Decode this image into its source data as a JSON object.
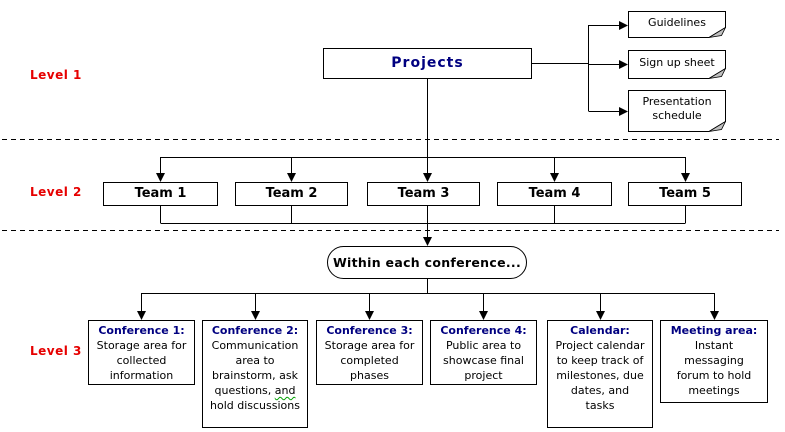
{
  "colors": {
    "header_navy": "#000080",
    "level_label_red": "#e60000",
    "line_black": "#000000",
    "fold_gray": "#c0c0c0",
    "squiggle_green": "#00a000",
    "background": "#ffffff"
  },
  "levels": [
    {
      "label": "Level 1"
    },
    {
      "label": "Level 2"
    },
    {
      "label": "Level 3"
    }
  ],
  "root": {
    "label": "Projects"
  },
  "documents": [
    {
      "label": "Guidelines"
    },
    {
      "label": "Sign up sheet"
    },
    {
      "label": "Presentation schedule"
    }
  ],
  "teams": [
    {
      "label": "Team 1"
    },
    {
      "label": "Team 2"
    },
    {
      "label": "Team 3"
    },
    {
      "label": "Team 4"
    },
    {
      "label": "Team 5"
    }
  ],
  "oval": {
    "label": "Within each conference..."
  },
  "conferences": [
    {
      "title": "Conference 1:",
      "body": "Storage area for collected information"
    },
    {
      "title": "Conference 2:",
      "body_pre": "Communication area to brainstorm, ask questions, ",
      "body_squiggled": "and",
      "body_post": " hold discussions"
    },
    {
      "title": "Conference 3:",
      "body": "Storage area for completed phases"
    },
    {
      "title": "Conference 4:",
      "body": "Public area to showcase final project"
    },
    {
      "title": "Calendar:",
      "body": "Project calendar to keep track of milestones, due dates, and tasks"
    },
    {
      "title": "Meeting area:",
      "body": "Instant messaging forum to hold meetings"
    }
  ]
}
